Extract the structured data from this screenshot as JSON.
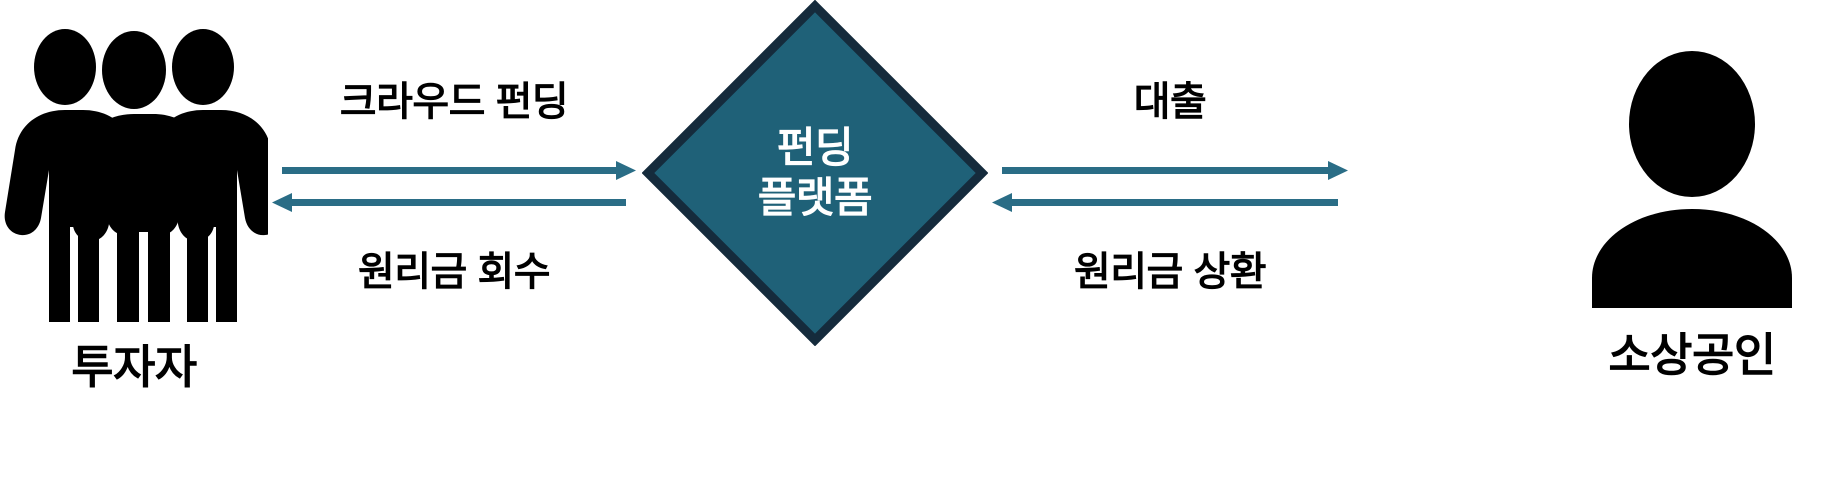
{
  "diagram": {
    "title_present": false,
    "background_color": "#FFFFFF",
    "accent_color": "#1F6178",
    "accent_border_color": "#152B3C",
    "figure_color": "#000000",
    "node_text_color": "#FFFFFF"
  },
  "actors": {
    "left": {
      "label": "투자자",
      "icon": "three-people-icon"
    },
    "right": {
      "label": "소상공인",
      "icon": "person-icon"
    }
  },
  "platform": {
    "line1": "펀딩",
    "line2": "플랫폼",
    "shape": "diamond"
  },
  "flows": {
    "left": {
      "forward": {
        "label": "크라우드 펀딩",
        "direction": "right"
      },
      "backward": {
        "label": "원리금 회수",
        "direction": "left"
      }
    },
    "right": {
      "forward": {
        "label": "대출",
        "direction": "right"
      },
      "backward": {
        "label": "원리금 상환",
        "direction": "left"
      }
    }
  }
}
